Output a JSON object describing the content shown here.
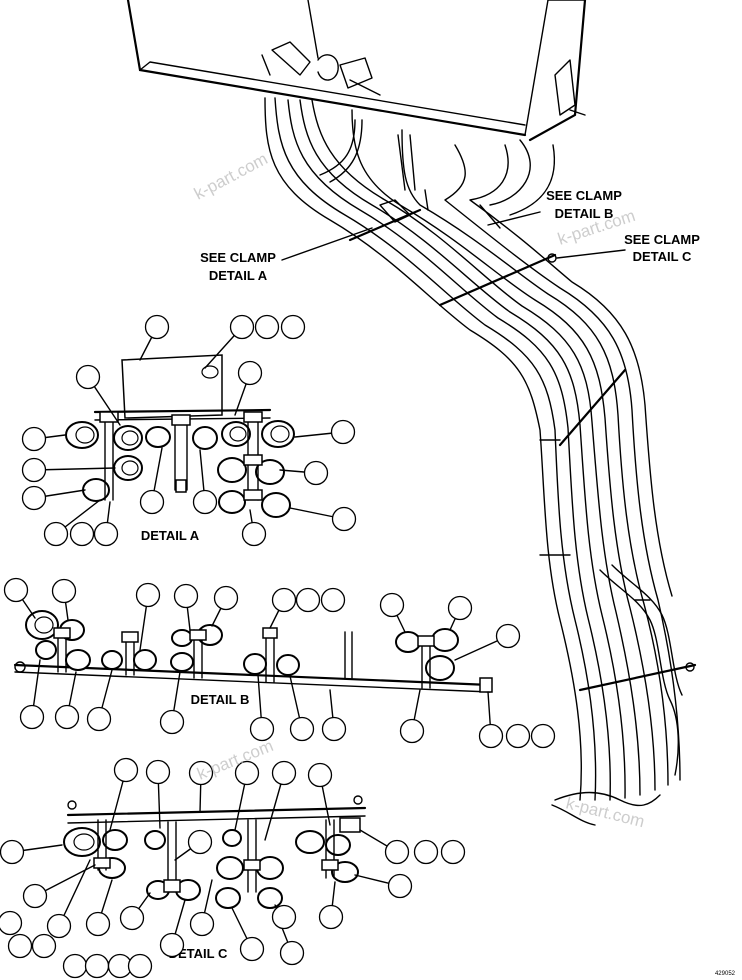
{
  "labels": {
    "see_clamp_a": [
      "SEE CLAMP",
      "DETAIL A"
    ],
    "see_clamp_b": [
      "SEE CLAMP",
      "DETAIL B"
    ],
    "see_clamp_c": [
      "SEE CLAMP",
      "DETAIL C"
    ],
    "detail_a": "DETAIL A",
    "detail_b": "DETAIL B",
    "detail_c": "DETAIL C",
    "drawing_number": "429052"
  },
  "watermark": "k-part.com"
}
